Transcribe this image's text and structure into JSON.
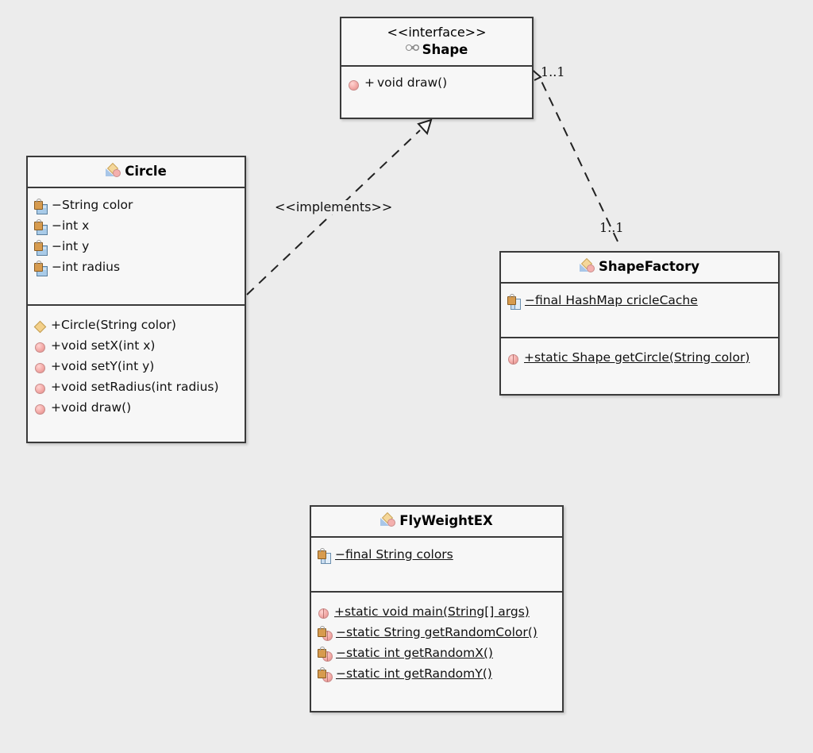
{
  "diagram": {
    "type": "uml-class-diagram",
    "background_color": "#ececec",
    "box_fill_color": "#f7f7f7",
    "box_border_color": "#3a3a3a"
  },
  "classes": [
    {
      "id": "shape",
      "stereotype": "<<interface>>",
      "name": "Shape",
      "icon": "interface-icon",
      "fields": [],
      "methods": [
        {
          "icon": "public-method-icon",
          "visibility": "+",
          "text": "void draw()",
          "static": false
        }
      ]
    },
    {
      "id": "circle",
      "stereotype": "",
      "name": "Circle",
      "icon": "class-icon",
      "fields": [
        {
          "icon": "private-field-icon",
          "visibility": "−",
          "text": "String color",
          "static": false
        },
        {
          "icon": "private-field-icon",
          "visibility": "−",
          "text": "int x",
          "static": false
        },
        {
          "icon": "private-field-icon",
          "visibility": "−",
          "text": "int y",
          "static": false
        },
        {
          "icon": "private-field-icon",
          "visibility": "−",
          "text": "int radius",
          "static": false
        }
      ],
      "methods": [
        {
          "icon": "constructor-icon",
          "visibility": "+",
          "text": "Circle(String color)",
          "static": false
        },
        {
          "icon": "public-method-icon",
          "visibility": "+",
          "text": "void setX(int x)",
          "static": false
        },
        {
          "icon": "public-method-icon",
          "visibility": "+",
          "text": "void setY(int y)",
          "static": false
        },
        {
          "icon": "public-method-icon",
          "visibility": "+",
          "text": "void setRadius(int radius)",
          "static": false
        },
        {
          "icon": "public-method-icon",
          "visibility": "+",
          "text": "void draw()",
          "static": false
        }
      ]
    },
    {
      "id": "shapefactory",
      "stereotype": "",
      "name": "ShapeFactory",
      "icon": "class-icon",
      "fields": [
        {
          "icon": "private-static-field-icon",
          "visibility": "−",
          "text": "final HashMap cricleCache",
          "static": true
        }
      ],
      "methods": [
        {
          "icon": "public-static-method-icon",
          "visibility": "+",
          "text": "static Shape getCircle(String color)",
          "static": true
        }
      ]
    },
    {
      "id": "flyweight",
      "stereotype": "",
      "name": "FlyWeightEX",
      "icon": "class-icon",
      "fields": [
        {
          "icon": "private-static-field-icon",
          "visibility": "−",
          "text": "final String colors",
          "static": true
        }
      ],
      "methods": [
        {
          "icon": "public-static-method-icon",
          "visibility": "+",
          "text": "static void main(String[] args)",
          "static": true
        },
        {
          "icon": "private-static-method-icon",
          "visibility": "−",
          "text": "static String getRandomColor()",
          "static": true
        },
        {
          "icon": "private-static-method-icon",
          "visibility": "−",
          "text": "static int getRandomX()",
          "static": true
        },
        {
          "icon": "private-static-method-icon",
          "visibility": "−",
          "text": "static int getRandomY()",
          "static": true
        }
      ]
    }
  ],
  "relations": [
    {
      "id": "implements",
      "from": "circle",
      "to": "shape",
      "style": "dashed",
      "arrow": "hollow-triangle",
      "label": "<<implements>>",
      "source_multiplicity": "",
      "target_multiplicity": ""
    },
    {
      "id": "uses",
      "from": "shapefactory",
      "to": "shape",
      "style": "dashed",
      "arrow": "open-arrow",
      "label": "",
      "source_multiplicity": "1..1",
      "target_multiplicity": "1..1"
    }
  ]
}
